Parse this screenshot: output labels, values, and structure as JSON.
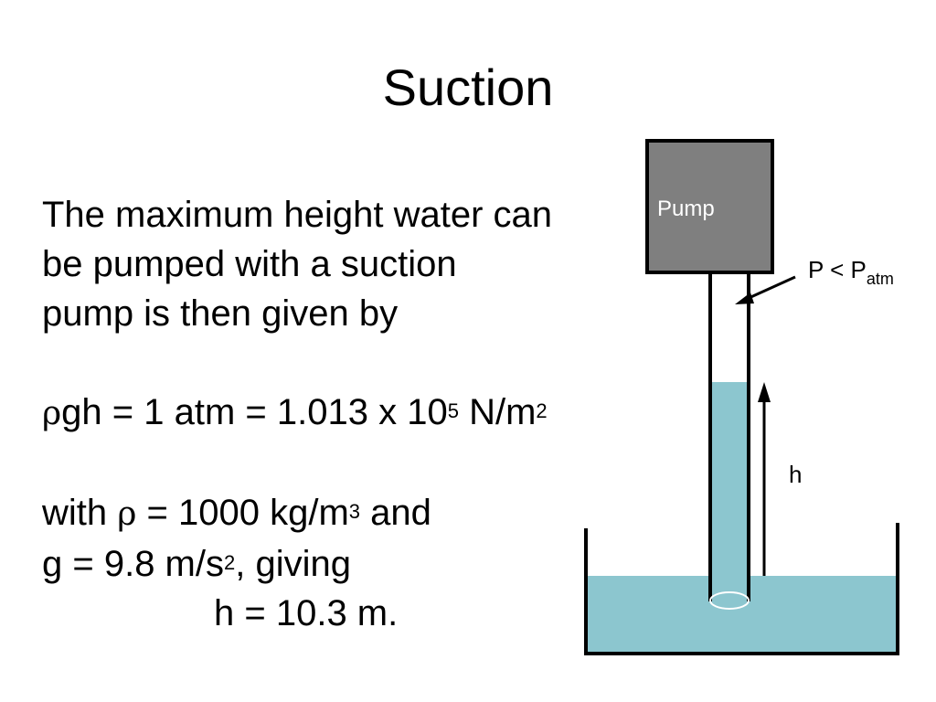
{
  "title": "Suction",
  "text": {
    "line1": "The maximum height water can",
    "line2": "be pumped with a suction",
    "line3": "pump is then given by",
    "eq_rho": "ρ",
    "eq_part1": "gh = 1 atm = 1.013 x 10",
    "eq_exp1": "5",
    "eq_part2": " N/m",
    "eq_exp2": "2",
    "with_pre": "with ",
    "with_rho": "ρ",
    "with_part": " = 1000 kg/m",
    "with_exp": "3",
    "with_post": " and",
    "g_part": "g = 9.8 m/s",
    "g_exp": "2",
    "g_post": ",  giving",
    "result": "h = 10.3 m."
  },
  "diagram": {
    "pump_label": "Pump",
    "pressure_label": "P < P",
    "pressure_sub": "atm",
    "height_label": "h",
    "colors": {
      "water": "#8cc6cf",
      "pump_fill": "#7f7f7f",
      "outline": "#000000"
    }
  }
}
